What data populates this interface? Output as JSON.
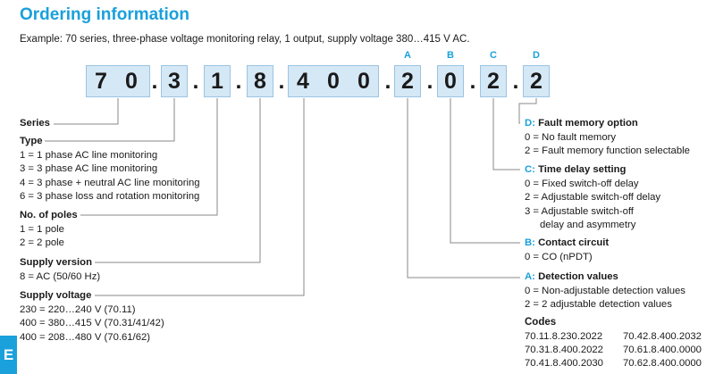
{
  "title": "Ordering information",
  "example": "Example: 70 series, three-phase voltage monitoring relay, 1 output, supply voltage 380…415 V AC.",
  "digits": [
    "7",
    "0",
    ".",
    "3",
    ".",
    "1",
    ".",
    "8",
    ".",
    "4",
    "0",
    "0",
    ".",
    "2",
    ".",
    "0",
    ".",
    "2",
    ".",
    "2"
  ],
  "position_letters": [
    "A",
    "B",
    "C",
    "D"
  ],
  "left_groups": [
    {
      "label": "Series",
      "lines": []
    },
    {
      "label": "Type",
      "lines": [
        "1 = 1 phase AC line monitoring",
        "3 = 3 phase AC line monitoring",
        "4 = 3 phase + neutral AC line monitoring",
        "6 = 3 phase loss and rotation monitoring"
      ]
    },
    {
      "label": "No. of poles",
      "lines": [
        "1 = 1 pole",
        "2 = 2 pole"
      ]
    },
    {
      "label": "Supply version",
      "lines": [
        "8 = AC (50/60 Hz)"
      ]
    },
    {
      "label": "Supply voltage",
      "lines": [
        "230 = 220…240 V (70.11)",
        "400 = 380…415 V (70.31/41/42)",
        "400 = 208…480 V (70.61/62)"
      ]
    }
  ],
  "right_groups": [
    {
      "letter": "D:",
      "label": "Fault memory option",
      "lines": [
        "0 = No fault memory",
        "2 = Fault memory function selectable"
      ]
    },
    {
      "letter": "C:",
      "label": "Time delay setting",
      "lines": [
        "0 = Fixed switch-off delay",
        "2 = Adjustable switch-off delay",
        "3 = Adjustable switch-off",
        "delay and asymmetry"
      ]
    },
    {
      "letter": "B:",
      "label": "Contact circuit",
      "lines": [
        "0 = CO (nPDT)"
      ]
    },
    {
      "letter": "A:",
      "label": "Detection values",
      "lines": [
        "0 = Non-adjustable detection values",
        "2 = 2 adjustable detection values"
      ]
    }
  ],
  "codes": {
    "title": "Codes",
    "col1": [
      "70.11.8.230.2022",
      "70.31.8.400.2022",
      "70.41.8.400.2030"
    ],
    "col2": [
      "70.42.8.400.2032",
      "70.61.8.400.0000",
      "70.62.8.400.0000"
    ]
  },
  "side_tab": "E",
  "colors": {
    "accent": "#1aa0db",
    "box_fill": "#d5e8f6",
    "box_border": "#9cc4e2"
  }
}
